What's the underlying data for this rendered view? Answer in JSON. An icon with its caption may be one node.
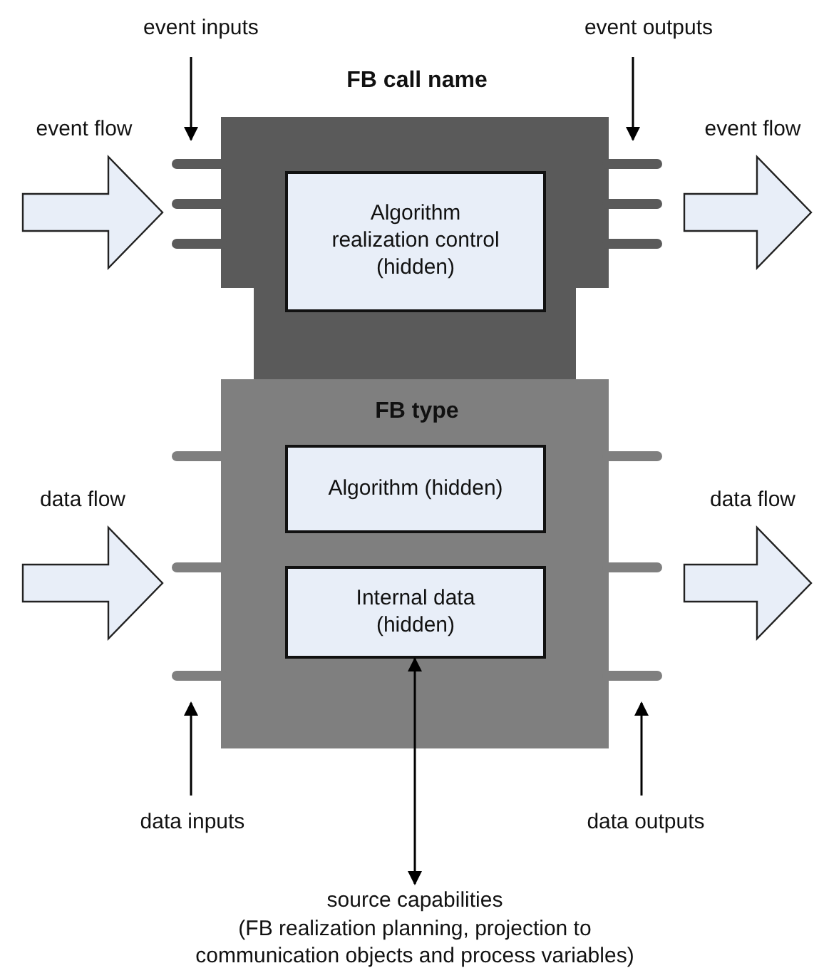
{
  "diagram": {
    "nodes": [
      {
        "text": [
          "FB call name"
        ]
      },
      {
        "text": [
          "Algorithm realization control (hidden)"
        ],
        "in": 0
      },
      {
        "text": [
          "FB type"
        ]
      },
      {
        "text": [
          "Algorithm (hidden)"
        ],
        "in": 2
      },
      {
        "text": [
          "Internal data (hidden)"
        ],
        "in": 2
      },
      {
        "text": [
          "event inputs"
        ]
      },
      {
        "text": [
          "event outputs"
        ]
      },
      {
        "text": [
          "data inputs"
        ]
      },
      {
        "text": [
          "data outputs"
        ]
      },
      {
        "text": [
          "source capabilities",
          "(FB realization planning, projection to communication objects and process variables)"
        ]
      }
    ],
    "edges": [
      {
        "from": null,
        "to": 0,
        "arrow": "to",
        "label": "event flow",
        "style": "thick"
      },
      {
        "from": 0,
        "to": null,
        "arrow": "to",
        "label": "event flow",
        "style": "thick"
      },
      {
        "from": null,
        "to": 2,
        "arrow": "to",
        "label": "data flow",
        "style": "thick"
      },
      {
        "from": 2,
        "to": null,
        "arrow": "to",
        "label": "data flow",
        "style": "thick"
      },
      {
        "from": 5,
        "to": 0,
        "arrow": "to"
      },
      {
        "from": 6,
        "to": 0,
        "arrow": "to"
      },
      {
        "from": 7,
        "to": 2,
        "arrow": "to"
      },
      {
        "from": 8,
        "to": 2,
        "arrow": "to"
      },
      {
        "from": 4,
        "to": 9,
        "arrow": "both"
      }
    ]
  }
}
